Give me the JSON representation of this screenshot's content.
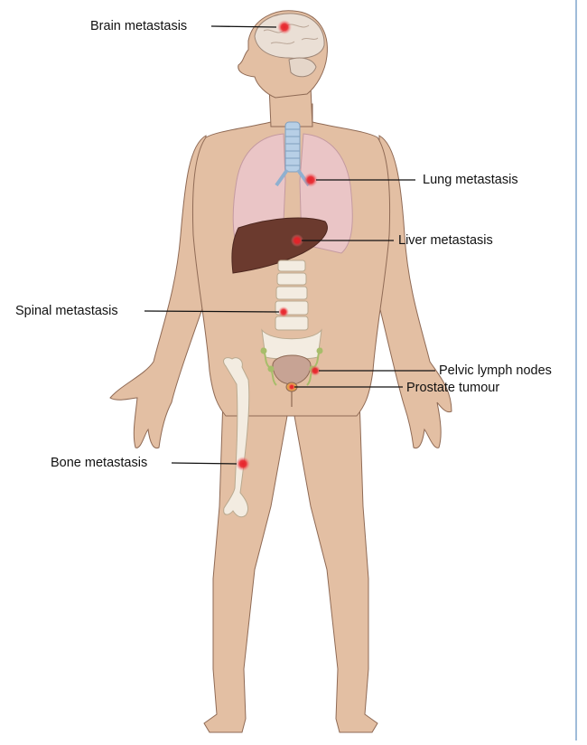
{
  "diagram": {
    "labels": {
      "brain": "Brain metastasis",
      "lung": "Lung metastasis",
      "liver": "Liver metastasis",
      "spinal": "Spinal metastasis",
      "pelvic": "Pelvic lymph nodes",
      "prostate": "Prostate tumour",
      "bone": "Bone metastasis"
    },
    "colors": {
      "skin": "#e3bfa3",
      "skin_outline": "#8f6a55",
      "lung": "#ebc6cc",
      "liver": "#6b3a2e",
      "bone": "#f3ece1",
      "trachea": "#b7cfe6",
      "lesion": "#e8232a",
      "bladder": "#c7a394",
      "lymph": "#a7bd6a",
      "frame_border": "#9fbcd9"
    }
  }
}
